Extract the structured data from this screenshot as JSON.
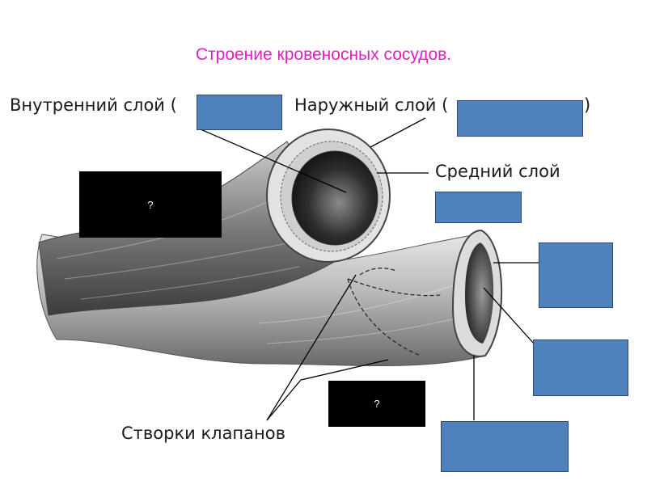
{
  "title": "Строение кровеносных сосудов.",
  "colors": {
    "title": "#e020c0",
    "answer_box_fill": "#4f81bd",
    "hidden_box_fill": "#000000",
    "vessel_light": "#d9d9d9",
    "vessel_dark": "#3a3a3a"
  },
  "labels": {
    "inner_layer": "Внутренний слой (",
    "outer_layer": "Наружный слой (",
    "outer_layer_close": ")",
    "middle_layer": "Средний слой",
    "valve_leaflets": "Створки клапанов"
  },
  "hidden_boxes": [
    {
      "text": "?"
    },
    {
      "text": "?"
    }
  ]
}
